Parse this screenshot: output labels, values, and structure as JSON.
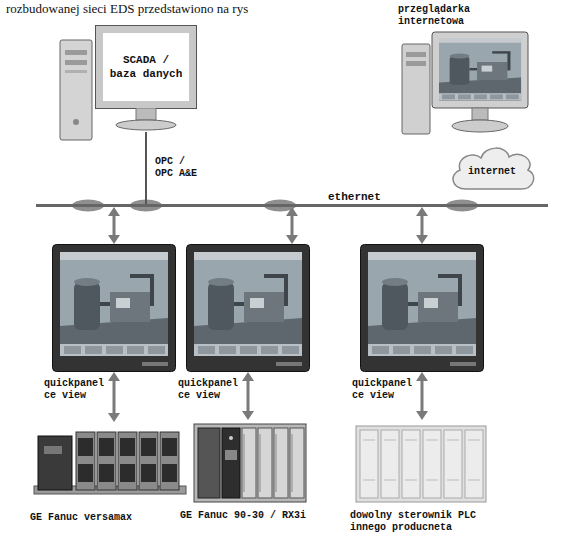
{
  "diagram": {
    "nodes": [
      {
        "text": [
          "SCADA / baza danych"
        ]
      },
      {
        "text": [
          "przeglądarka internetowa"
        ]
      },
      {
        "text": [
          "internet"
        ]
      },
      {
        "text": [
          "ethernet"
        ]
      },
      {
        "text": [
          "quickpanel ce view"
        ]
      },
      {
        "text": [
          "quickpanel ce view"
        ]
      },
      {
        "text": [
          "quickpanel ce view"
        ]
      },
      {
        "text": [
          "GE Fanuc versamax"
        ]
      },
      {
        "text": [
          "GE Fanuc 90-30 / RX3i"
        ]
      },
      {
        "text": [
          "dowolny sterownik PLC innego producneta"
        ]
      }
    ],
    "edges": [
      {
        "from": 0,
        "to": 3,
        "arrow": "none",
        "label": "OPC / OPC A&E"
      },
      {
        "from": 3,
        "to": 4,
        "arrow": "both"
      },
      {
        "from": 3,
        "to": 5,
        "arrow": "both"
      },
      {
        "from": 3,
        "to": 6,
        "arrow": "both"
      },
      {
        "from": 4,
        "to": 7,
        "arrow": "both"
      },
      {
        "from": 5,
        "to": 8,
        "arrow": "both"
      },
      {
        "from": 6,
        "to": 9,
        "arrow": "both"
      }
    ],
    "labels": [
      "rozbudowanej sieci EDS przedstawiono na rys"
    ]
  }
}
